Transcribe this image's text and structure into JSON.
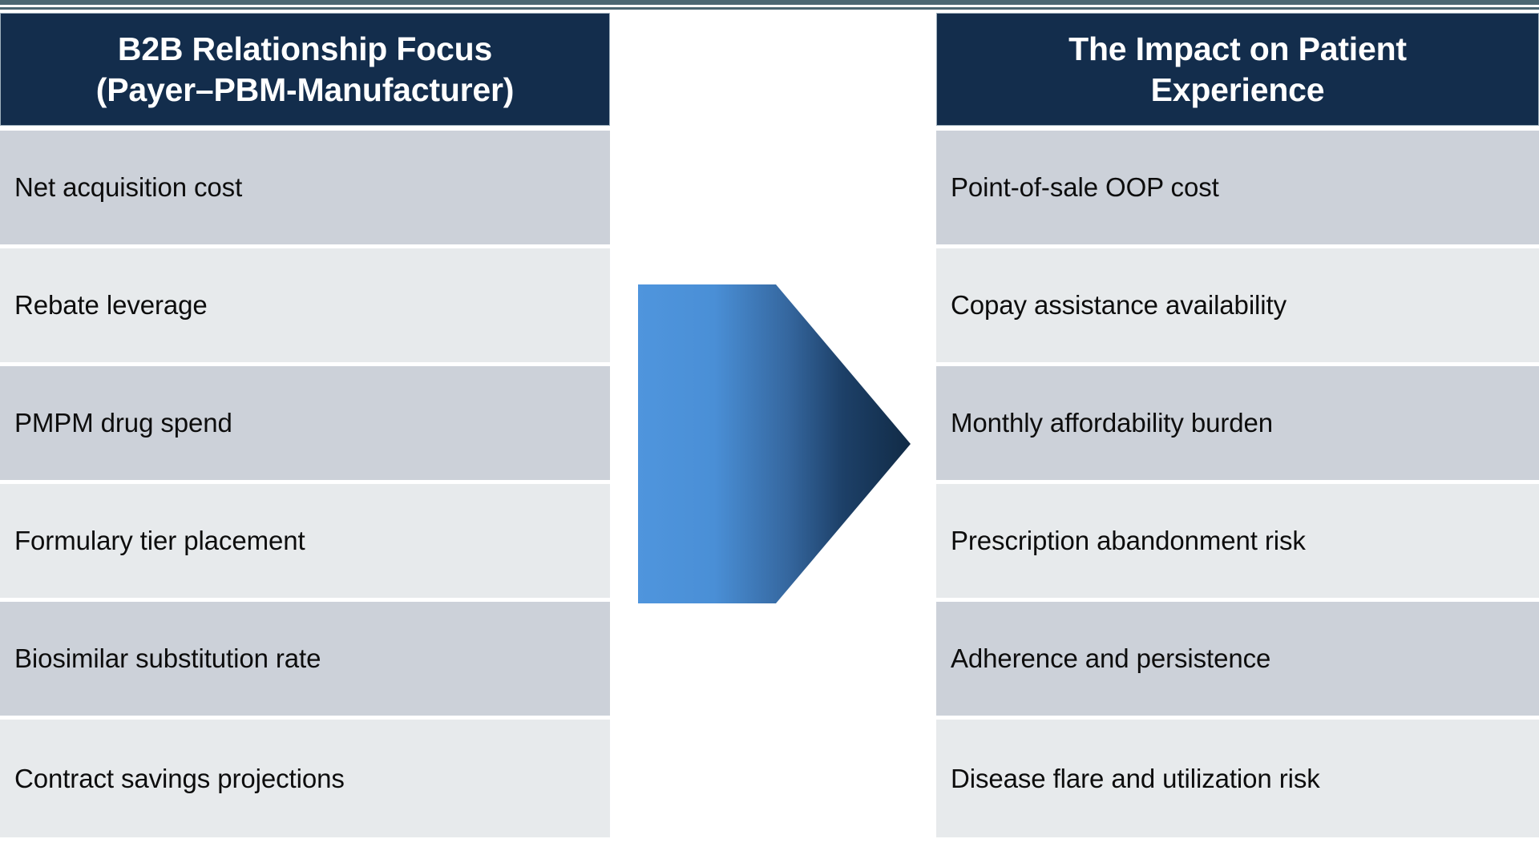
{
  "slide": {
    "type": "two-column-comparison-with-arrow",
    "background_color": "#ffffff",
    "accent_rule_color": "#4b6773"
  },
  "columns": {
    "left": {
      "header": "B2B Relationship Focus (Payer–PBM-Manufacturer)",
      "header_line1": "B2B Relationship Focus",
      "header_line2": "(Payer–PBM-Manufacturer)",
      "header_bg": "#132d4c",
      "header_text_color": "#ffffff",
      "rows": [
        "Net acquisition cost",
        "Rebate leverage",
        "PMPM drug spend",
        "Formulary tier placement",
        "Biosimilar substitution rate",
        "Contract savings projections"
      ]
    },
    "right": {
      "header": "The Impact on Patient Experience",
      "header_line1": "The Impact on Patient",
      "header_line2": "Experience",
      "header_bg": "#132d4c",
      "header_text_color": "#ffffff",
      "rows": [
        "Point-of-sale OOP cost",
        "Copay assistance availability",
        "Monthly affordability burden",
        "Prescription abandonment risk",
        "Adherence and persistence",
        "Disease flare and utilization risk"
      ]
    }
  },
  "row_styles": {
    "shade_a": "#ccd1d9",
    "shade_b": "#e7eaec",
    "text_color": "#0d0d0d"
  },
  "arrow": {
    "name": "right-pointing-chevron",
    "direction": "left-to-right",
    "gradient_start": "#4a90d9",
    "gradient_end": "#112b46"
  }
}
